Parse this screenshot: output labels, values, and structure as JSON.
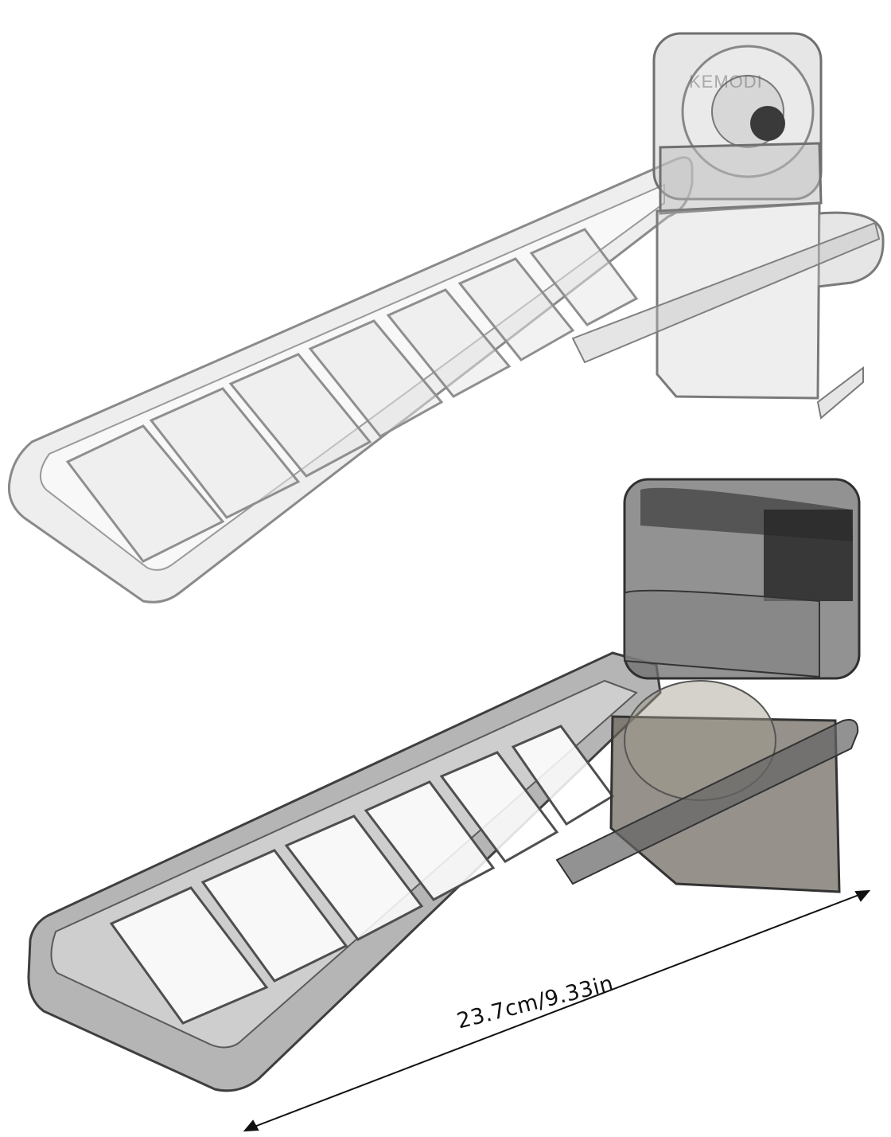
{
  "product": {
    "brand_mark": "KEMODI",
    "dimension_label": "23.7cm/9.33in",
    "variants": [
      {
        "name": "clear",
        "color": "#bfbfbf",
        "stroke": "#7a7a7a"
      },
      {
        "name": "smoky-grey",
        "color": "#8b8b8b",
        "stroke": "#4a4a4a"
      }
    ],
    "accent_dark": "#2e2e2e"
  }
}
